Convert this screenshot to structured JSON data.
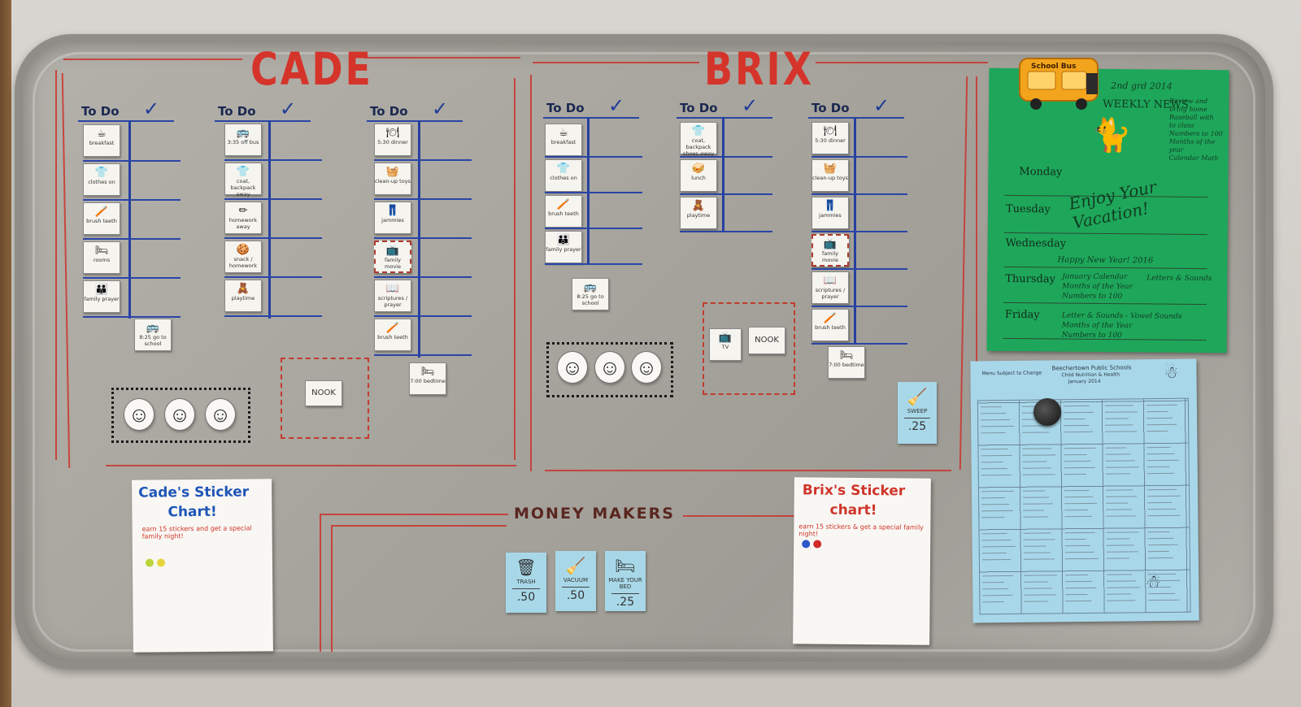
{
  "board": {
    "cade_title": "CADE",
    "brix_title": "BRIX",
    "todo_label": "To Do",
    "check_mark": "✓",
    "nook_label": "NOOK",
    "money_makers": "MONEY MAKERS"
  },
  "cade": {
    "col1": [
      {
        "icon": "☕",
        "text": "breakfast"
      },
      {
        "icon": "👕",
        "text": "clothes on"
      },
      {
        "icon": "🪥",
        "text": "brush teeth"
      },
      {
        "icon": "🛏",
        "text": "rooms"
      },
      {
        "icon": "👪",
        "text": "family prayer"
      }
    ],
    "col1_extra": {
      "icon": "🚌",
      "text": "8:25 go to school"
    },
    "col2": [
      {
        "icon": "🚌",
        "text": "3:35 off bus"
      },
      {
        "icon": "👕",
        "text": "coat, backpack away"
      },
      {
        "icon": "✏",
        "text": "homework away"
      },
      {
        "icon": "🍪",
        "text": "snack / homework"
      },
      {
        "icon": "🧸",
        "text": "playtime"
      }
    ],
    "col3": [
      {
        "icon": "🍽",
        "text": "5:30 dinner"
      },
      {
        "icon": "🧺",
        "text": "clean-up toys"
      },
      {
        "icon": "👖",
        "text": "jammies"
      },
      {
        "icon": "📺",
        "text": "family movie"
      },
      {
        "icon": "📖",
        "text": "scriptures / prayer"
      },
      {
        "icon": "🪥",
        "text": "brush teeth"
      }
    ],
    "col3_extra": {
      "icon": "🛏",
      "text": "7:00 bedtime"
    },
    "sticker_title_1": "Cade's Sticker",
    "sticker_title_2": "Chart!",
    "sticker_sub": "earn 15 stickers and get a special family night!"
  },
  "brix": {
    "col1": [
      {
        "icon": "☕",
        "text": "breakfast"
      },
      {
        "icon": "👕",
        "text": "clothes on"
      },
      {
        "icon": "🪥",
        "text": "brush teeth"
      },
      {
        "icon": "👪",
        "text": "family prayer"
      }
    ],
    "col1_extra": {
      "icon": "🚌",
      "text": "8:25 go to school"
    },
    "col2": [
      {
        "icon": "👕",
        "text": "coat, backpack shoes away"
      },
      {
        "icon": "🥪",
        "text": "lunch"
      },
      {
        "icon": "🧸",
        "text": "playtime"
      }
    ],
    "col3": [
      {
        "icon": "🍽",
        "text": "5:30 dinner"
      },
      {
        "icon": "🧺",
        "text": "clean-up toys"
      },
      {
        "icon": "👖",
        "text": "jammies"
      },
      {
        "icon": "📺",
        "text": "family movie"
      },
      {
        "icon": "📖",
        "text": "scriptures / prayer"
      },
      {
        "icon": "🪥",
        "text": "brush teeth"
      }
    ],
    "col3_extra": {
      "icon": "🛏",
      "text": "7:00 bedtime"
    },
    "tv_card": {
      "icon": "📺",
      "text": "TV"
    },
    "sweep_card": {
      "icon": "🧹",
      "text": "SWEEP",
      "amount": ".25"
    },
    "sticker_title_1": "Brix's Sticker",
    "sticker_title_2": "chart!",
    "sticker_sub": "earn 15 stickers & get a special family night!"
  },
  "money": [
    {
      "icon": "🗑",
      "text": "TRASH",
      "amount": ".50"
    },
    {
      "icon": "🧹",
      "text": "VACUUM",
      "amount": ".50"
    },
    {
      "icon": "🛏",
      "text": "MAKE YOUR BED",
      "amount": ".25"
    }
  ],
  "green_sheet": {
    "header": "2nd grd 2014",
    "news": "WEEKLY NEWS",
    "days": [
      "Monday",
      "Tuesday",
      "Wednesday",
      "Thursday",
      "Friday"
    ],
    "notes_right": [
      "Review and bring home",
      "Baseball with",
      "to class",
      "Numbers to 100",
      "Months of the year",
      "Calendar Math"
    ],
    "enjoy": "Enjoy Your Vacation!",
    "new_year": "Happy New Year! 2016",
    "thu_notes": [
      "January Calendar",
      "Months of the Year",
      "Numbers to 100"
    ],
    "thu_right": "Letters & Sounds",
    "fri_notes": [
      "Letter & Sounds - Vowel Sounds",
      "Months of the Year",
      "Numbers to 100"
    ]
  },
  "lunch_menu": {
    "org": "Beechertown Public Schools",
    "sub": "Child Nutrition & Health",
    "month": "January 2014",
    "note": "Menu Subject to Change"
  },
  "bus_magnet": {
    "text": "School Bus"
  },
  "colors": {
    "marker_red": "#d5342b",
    "marker_blue": "#2640a0",
    "green_sheet": "#1ea75a",
    "lunch_blue": "#a9d7ea",
    "card_blue": "#a8d8e8"
  }
}
